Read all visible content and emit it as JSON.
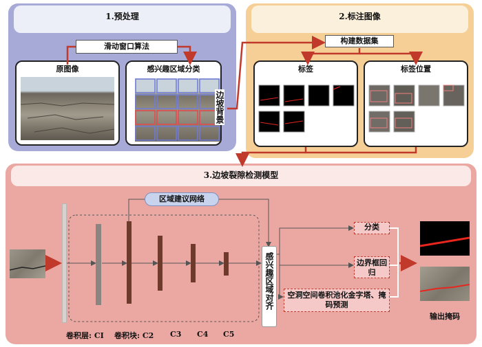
{
  "panels": {
    "preprocess": {
      "title": "1.预处理",
      "color": "#a7a9d6"
    },
    "annotate": {
      "title": "2.标注图像",
      "color": "#f6cf96"
    },
    "model": {
      "title": "3.边坡裂隙检测模型",
      "color": "#eba8a2"
    }
  },
  "preprocess": {
    "sliding_window": "滑动窗口算法",
    "original": "原图像",
    "roi_classify": "感兴趣区域分类",
    "slope_bg": "边坡背景"
  },
  "annotate": {
    "build_dataset": "构建数据集",
    "labels": "标签",
    "label_pos": "标签位置"
  },
  "model": {
    "rpn": "区域建议网络",
    "roi_align": "感兴趣区域对齐",
    "classify": "分类",
    "bbox": "边界框回归",
    "aspp": "空洞空间卷积池化金字塔、掩码预测",
    "output": "输出掩码",
    "layer_labels": [
      "卷积层: CI",
      "卷积块: C2",
      "C3",
      "C4",
      "C5"
    ]
  },
  "colors": {
    "arrow": "#c0392b",
    "crack": "#e8261e",
    "rock": "#8d8575",
    "conv": "#6e3a2c"
  }
}
